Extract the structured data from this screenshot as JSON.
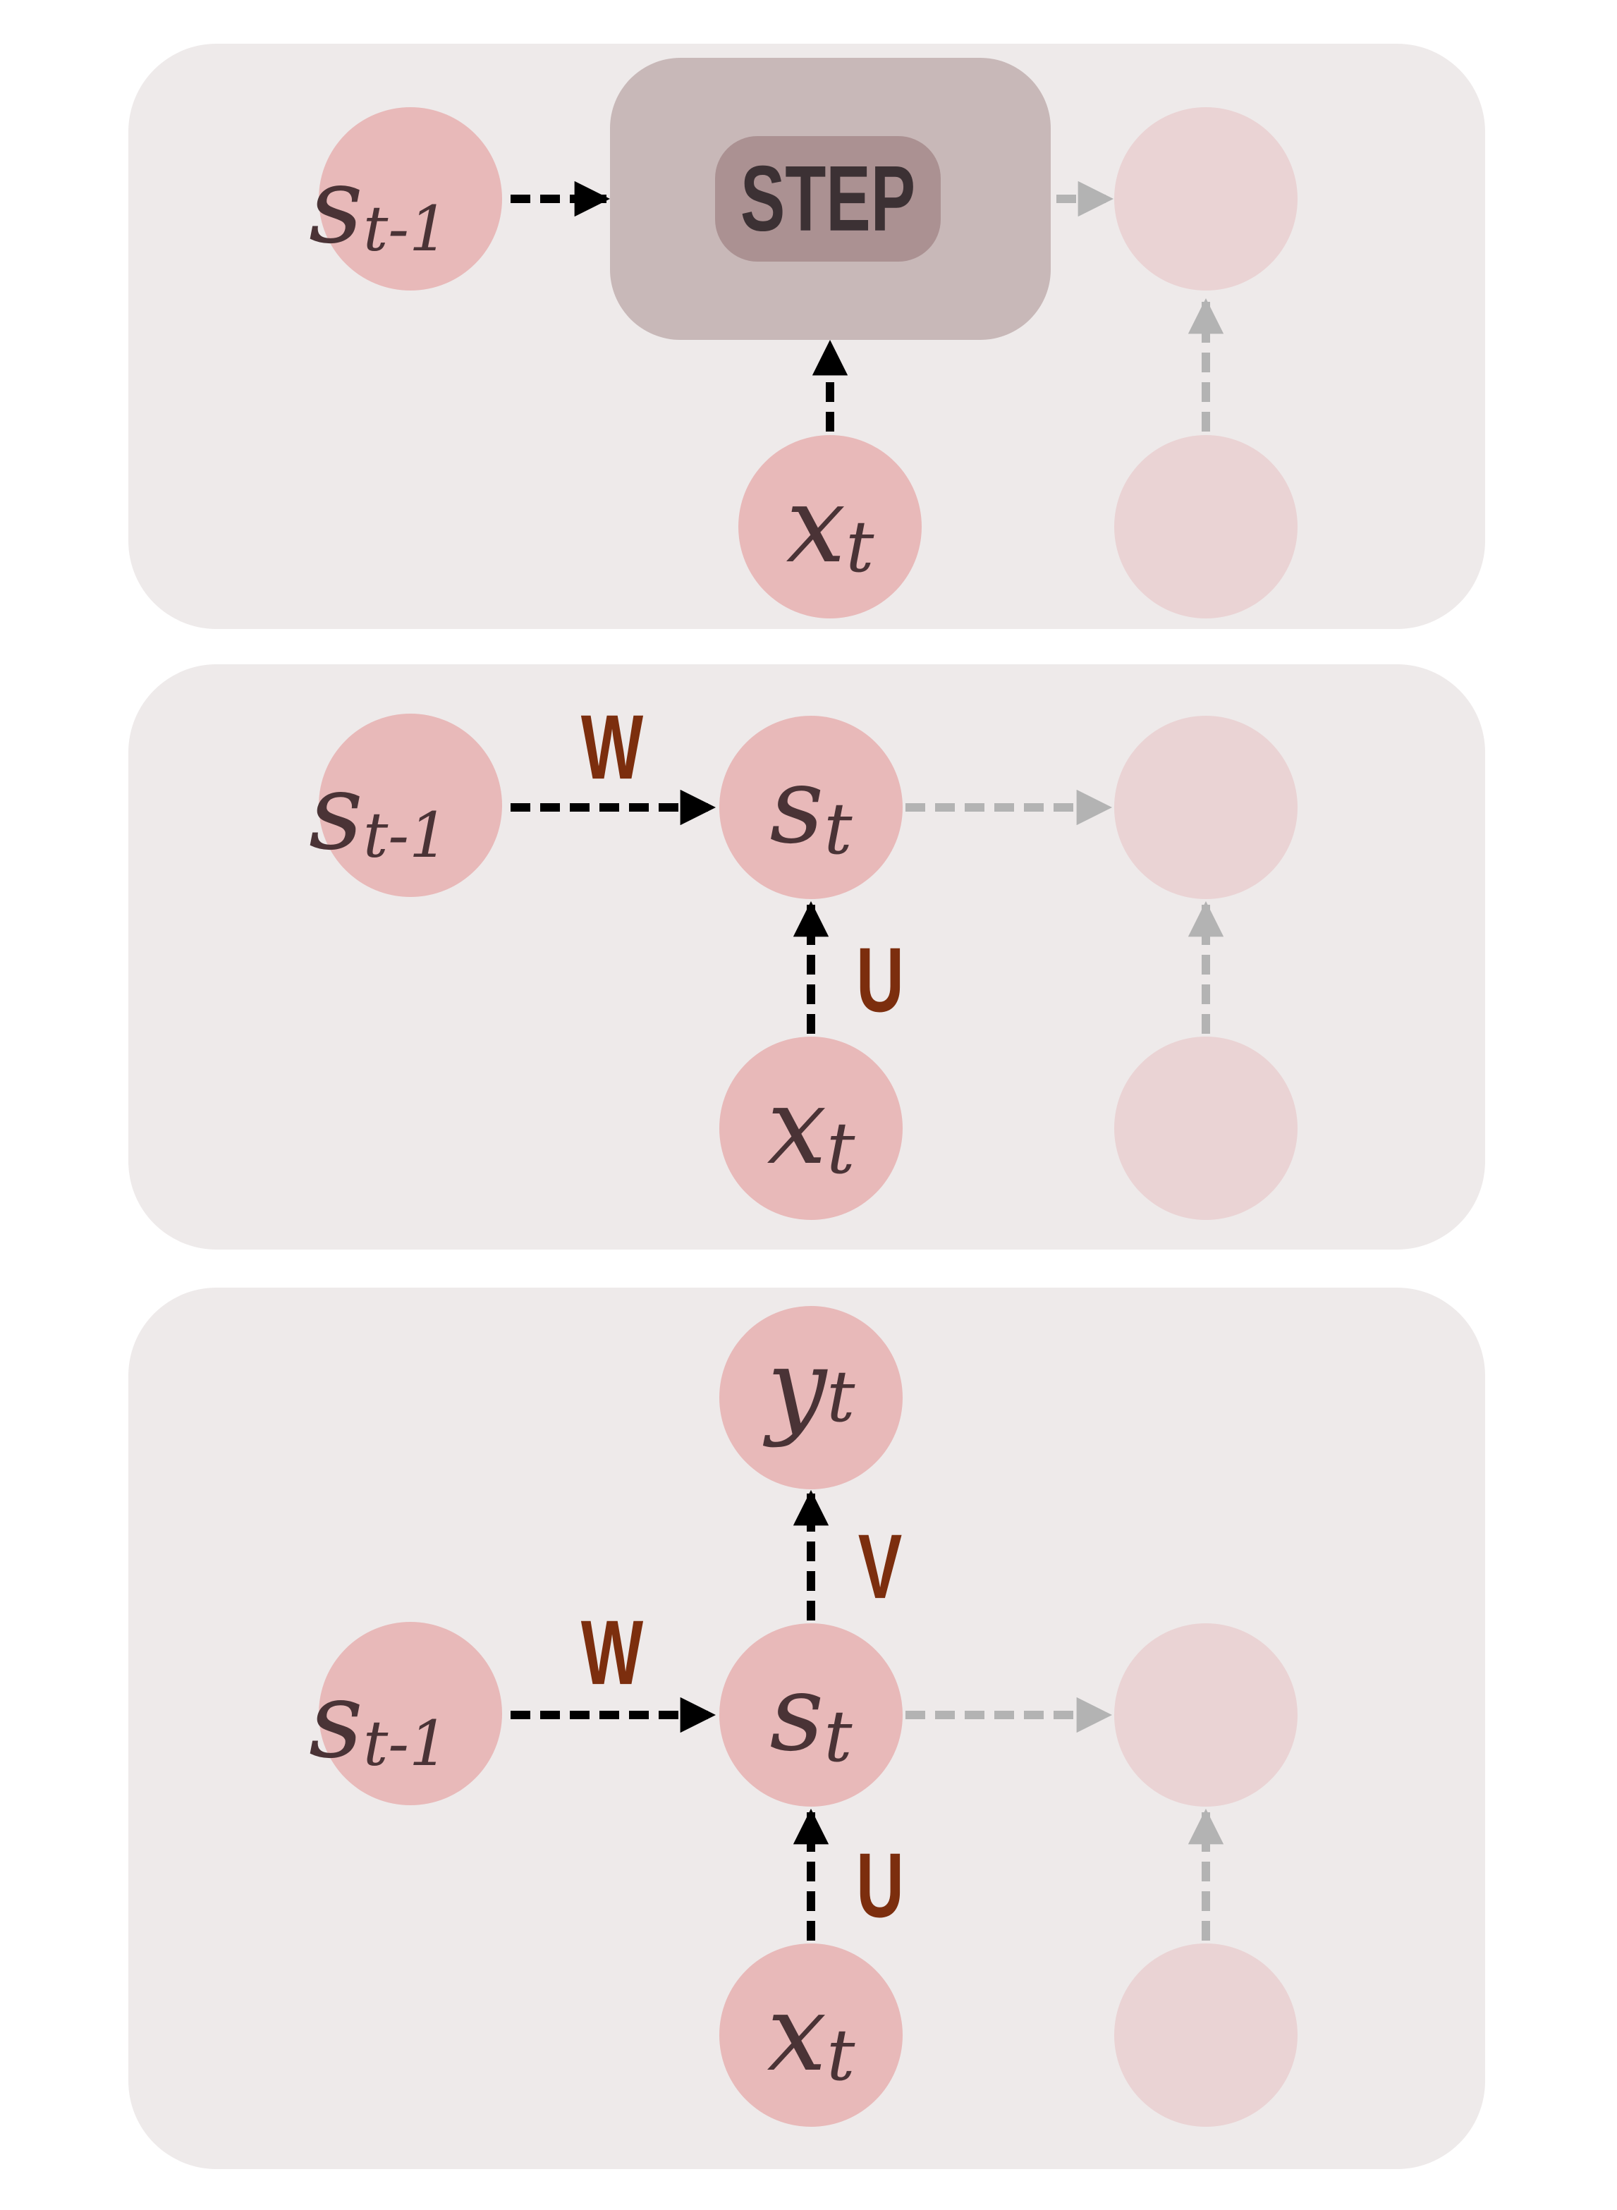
{
  "colors": {
    "panel_bg": "#eeeaea",
    "node_active": "#e8b9b9",
    "node_faded": "#ead3d4",
    "math_text": "#4a3336",
    "step_box": "#c8b8b8",
    "step_pill": "#ab9192",
    "step_text": "#3c3134",
    "weight_label": "#7c2e0e",
    "arrow_active": "#000000",
    "arrow_faded": "#b3b3b3"
  },
  "panel1": {
    "prev_state": {
      "base": "s",
      "sub": "t-1"
    },
    "step_label": "STEP",
    "input": {
      "base": "x",
      "sub": "t"
    }
  },
  "panel2": {
    "prev_state": {
      "base": "s",
      "sub": "t-1"
    },
    "state": {
      "base": "s",
      "sub": "t"
    },
    "input": {
      "base": "x",
      "sub": "t"
    },
    "w_label": "W",
    "u_label": "U"
  },
  "panel3": {
    "output": {
      "base": "y",
      "sub": "t"
    },
    "prev_state": {
      "base": "s",
      "sub": "t-1"
    },
    "state": {
      "base": "s",
      "sub": "t"
    },
    "input": {
      "base": "x",
      "sub": "t"
    },
    "w_label": "W",
    "v_label": "V",
    "u_label": "U"
  }
}
